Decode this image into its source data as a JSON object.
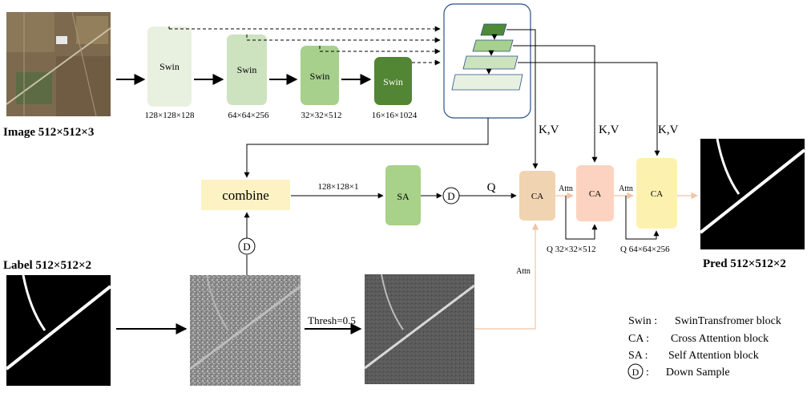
{
  "image_label": "Image 512×512×3",
  "label_label": "Label 512×512×2",
  "pred_label": "Pred 512×512×2",
  "swin_blocks": [
    {
      "text": "Swin",
      "dims": "128×128×128",
      "color": "#e8f1e0"
    },
    {
      "text": "Swin",
      "dims": "64×64×256",
      "color": "#cde3c0"
    },
    {
      "text": "Swin",
      "dims": "32×32×512",
      "color": "#a6d08c"
    },
    {
      "text": "Swin",
      "dims": "16×16×1024",
      "color": "#528534"
    }
  ],
  "combine": {
    "text": "combine",
    "color": "#fdf2c4"
  },
  "sa": {
    "text": "SA",
    "color": "#a8d189"
  },
  "dim_combine_sa": "128×128×1",
  "down_symbol": "D",
  "q_label": "Q",
  "kv_label": "K,V",
  "ca_blocks": [
    {
      "text": "CA",
      "color": "#f0d3b0"
    },
    {
      "text": "CA",
      "color": "#fbd3c0"
    },
    {
      "text": "CA",
      "color": "#fdf1b0"
    }
  ],
  "attn_label": "Attn",
  "q_dims": [
    "Q 32×32×512",
    "Q 64×64×256"
  ],
  "thresh_label": "Thresh=0.5",
  "legend": [
    {
      "key": "Swin :",
      "desc": "SwinTransfromer block"
    },
    {
      "key": "CA :",
      "desc": "Cross Attention block"
    },
    {
      "key": "SA :",
      "desc": "Self Attention block"
    },
    {
      "key": "D",
      "desc": ":      Down Sample"
    }
  ],
  "colors": {
    "arrow": "#000000",
    "attn_arrow": "#f0c4a4",
    "fpn_border": "#2a4f8c"
  }
}
